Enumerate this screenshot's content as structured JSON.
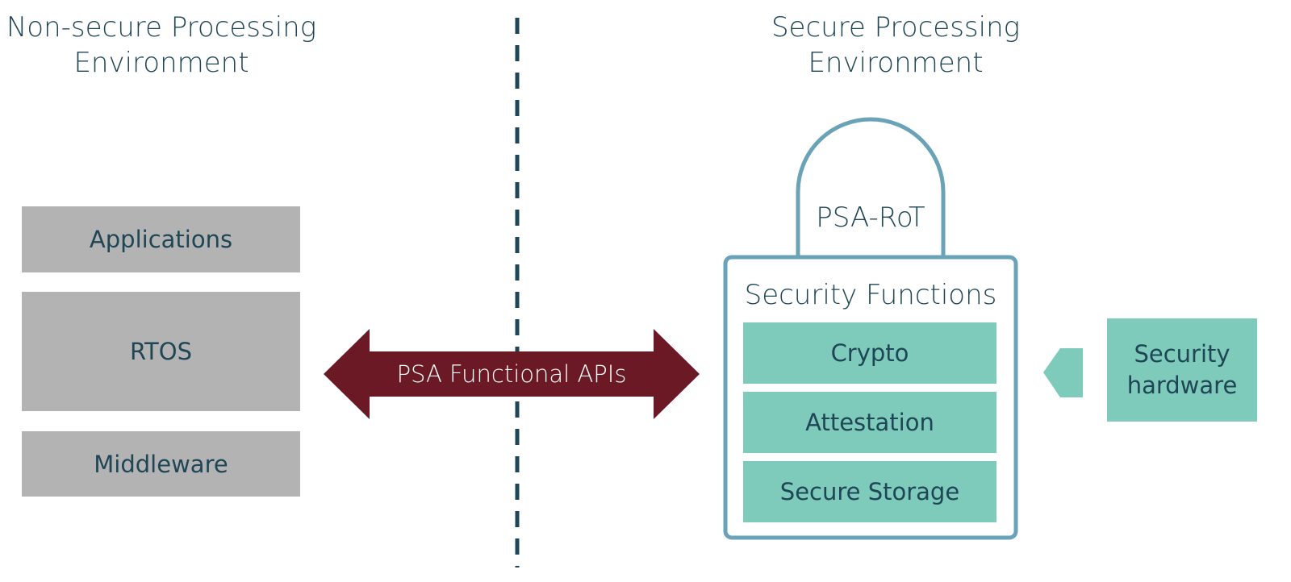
{
  "left_heading": {
    "line1": "Non-secure Processing",
    "line2": "Environment"
  },
  "right_heading": {
    "line1": "Secure Processing",
    "line2": "Environment"
  },
  "nonsecure_stack": {
    "applications": "Applications",
    "rtos": "RTOS",
    "middleware": "Middleware"
  },
  "api_arrow": {
    "label": "PSA Functional APIs"
  },
  "lock": {
    "shackle_label": "PSA-RoT",
    "body_title": "Security Functions",
    "functions": [
      "Crypto",
      "Attestation",
      "Secure Storage"
    ]
  },
  "security_hardware": {
    "line1": "Security",
    "line2": "hardware"
  },
  "colors": {
    "text": "#1f4655",
    "nonsecure_box": "#b3b3b3",
    "secure_box": "#7ecabb",
    "lock_outline": "#6aa3b8",
    "api_arrow": "#6b1a25",
    "divider": "#1f4655"
  }
}
